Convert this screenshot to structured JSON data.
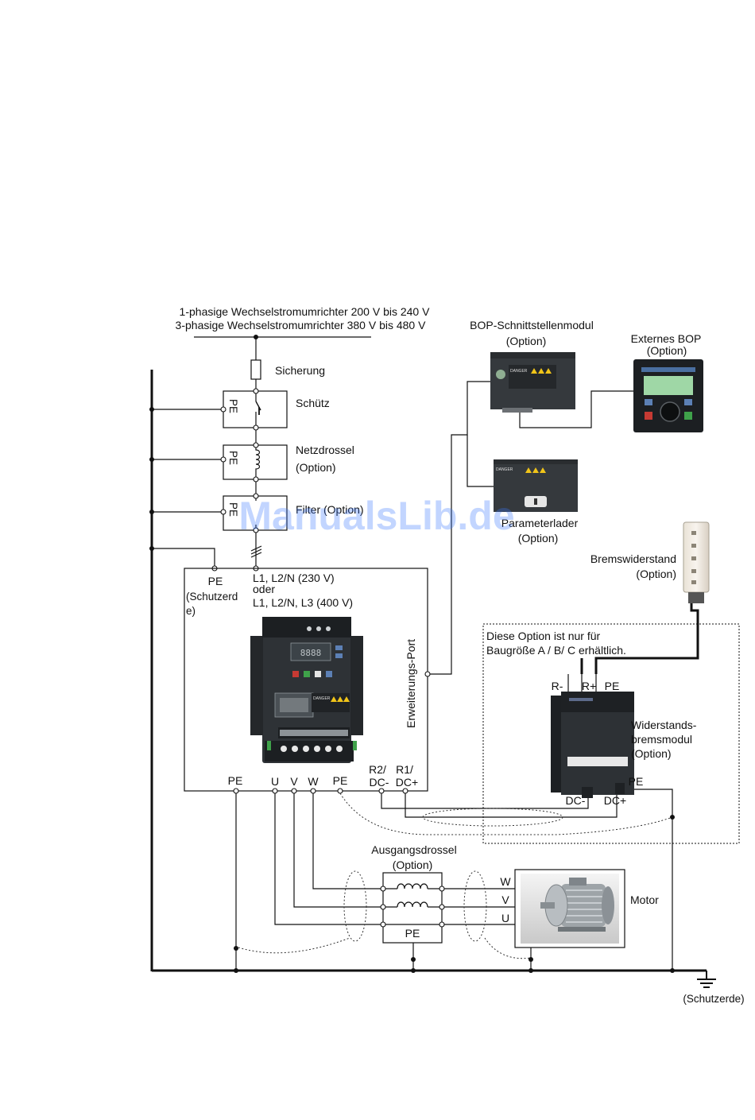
{
  "supply": {
    "line1": "1-phasige Wechselstromumrichter 200 V bis 240 V",
    "line2": "3-phasige Wechselstromumrichter 380 V bis 480 V"
  },
  "components": {
    "fuse": "Sicherung",
    "contactor": "Schütz",
    "line_reactor": "Netzdrossel",
    "line_reactor_option": "(Option)",
    "filter": "Filter (Option)",
    "pe_tag": "PE"
  },
  "inverter": {
    "pe": "PE",
    "pe_note_1": "(Schutzerd",
    "pe_note_2": "e)",
    "mains_1": "L1, L2/N (230 V)",
    "mains_2": "oder",
    "mains_3": "L1, L2/N, L3 (400 V)",
    "expansion_port": "Erweiterungs-Port",
    "out_pe": "PE",
    "out_u": "U",
    "out_v": "V",
    "out_w": "W",
    "out_pe2": "PE",
    "r2": "R2/",
    "dcm": "DC-",
    "r1": "R1/",
    "dcp": "DC+"
  },
  "bop_module": {
    "title": "BOP-Schnittstellenmodul",
    "option": "(Option)"
  },
  "external_bop": {
    "title": "Externes BOP",
    "option": "(Option)"
  },
  "param_loader": {
    "title": "Parameterlader",
    "option": "(Option)"
  },
  "brake_resistor": {
    "title": "Bremswiderstand",
    "option": "(Option)"
  },
  "brake_module": {
    "note_1": "Diese Option ist nur für",
    "note_2": "Baugröße A / B/ C erhältlich.",
    "r_minus": "R-",
    "r_plus": "R+",
    "pe_top": "PE",
    "title_1": "Widerstands-",
    "title_2": "bremsmodul",
    "option": "(Option)",
    "pe_side": "PE",
    "dc_minus": "DC-",
    "dc_plus": "DC+"
  },
  "output_reactor": {
    "title": "Ausgangsdrossel",
    "option": "(Option)",
    "pe": "PE"
  },
  "motor": {
    "label": "Motor",
    "w": "W",
    "v": "V",
    "u": "U"
  },
  "ground": {
    "label": "(Schutzerde)"
  },
  "watermark": "ManualsLib.de",
  "icons": [
    "fuse-icon",
    "contactor-icon",
    "coil-icon",
    "ground-icon",
    "motor-icon",
    "inverter-icon"
  ],
  "colors": {
    "line": "#111111",
    "device_body": "#2e3236",
    "device_dark": "#1c1f22",
    "lcd": "#9fd7a6",
    "watermark": "#3a78ff"
  }
}
